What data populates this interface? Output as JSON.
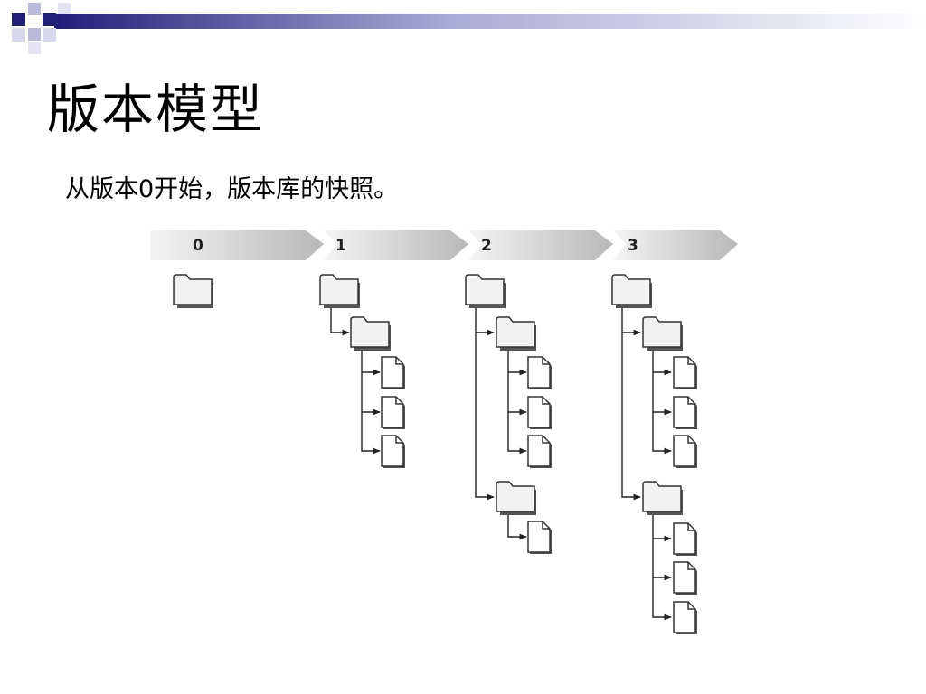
{
  "slide": {
    "title": "版本模型",
    "subtitle": "从版本0开始，版本库的快照。"
  },
  "diagram": {
    "revision_labels": [
      "0",
      "1",
      "2",
      "3"
    ],
    "colors": {
      "banner_dark": "#1f1f7a",
      "banner_mid": "#8c8cc4",
      "arrow": "#bdbdbd",
      "folder_fill": "#f2f2f2",
      "outline": "#333333"
    }
  }
}
